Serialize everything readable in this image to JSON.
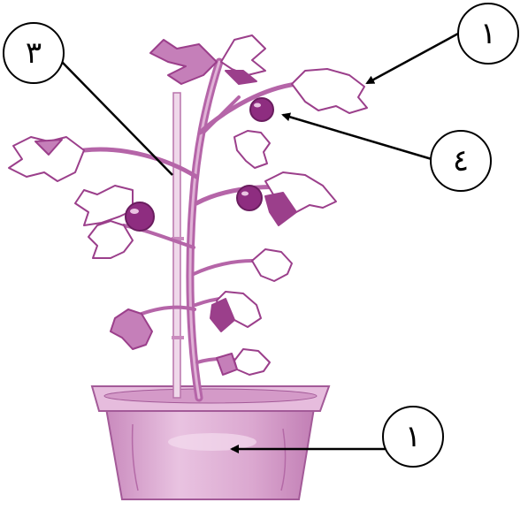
{
  "labels": {
    "top_right": "١",
    "top_left": "٣",
    "middle_right": "٤",
    "bottom_right": "١"
  },
  "colors": {
    "stem": "#b565a8",
    "leaf_fill": "#ffffff",
    "leaf_shade": "#c57fb9",
    "leaf_dark": "#9b3f8b",
    "fruit": "#8e2d80",
    "pot_light": "#e8bfe0",
    "pot_mid": "#d59bc9",
    "pot_outline": "#a35a98",
    "stake": "#e8c8e2",
    "arrow": "#000000"
  }
}
